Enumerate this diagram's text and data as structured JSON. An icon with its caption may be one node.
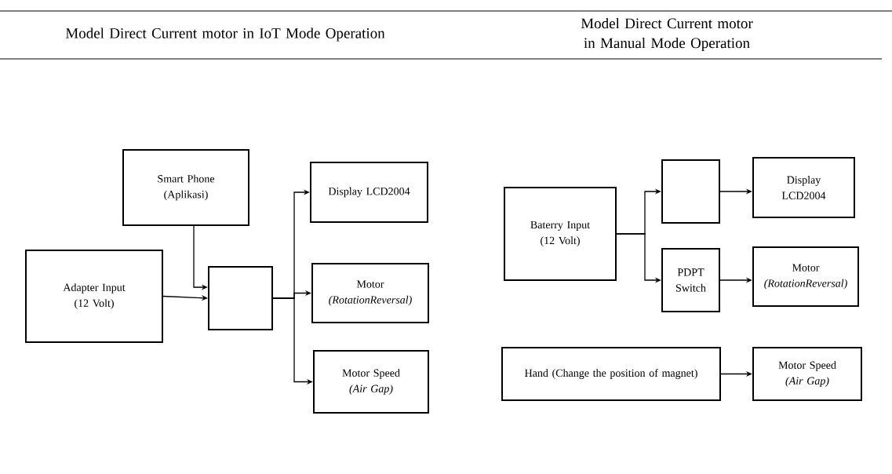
{
  "diagram": {
    "nodes": [
      {
        "text": [
          "Smart Phone",
          "(Aplikasi)"
        ]
      },
      {
        "text": [
          "Adapter Input",
          "(12 Volt)"
        ]
      },
      {
        "text": [],
        "shape": "box"
      },
      {
        "text": [
          "Display LCD2004"
        ]
      },
      {
        "text": [
          "Motor",
          "*(RotationReversal)*"
        ]
      },
      {
        "text": [
          "Motor Speed",
          "*(Air Gap)*"
        ]
      },
      {
        "text": [
          "Baterry Input",
          "(12 Volt)"
        ]
      },
      {
        "text": [],
        "shape": "box"
      },
      {
        "text": [
          "PDPT Switch"
        ]
      },
      {
        "text": [
          "Display LCD2004"
        ]
      },
      {
        "text": [
          "Motor",
          "*(RotationReversal)*"
        ]
      },
      {
        "text": [
          "Hand (Change the position of magnet)"
        ]
      },
      {
        "text": [
          "Motor Speed",
          "*(Air Gap)*"
        ]
      }
    ],
    "edges": [
      {
        "from": 0,
        "to": 2,
        "arrow": "to"
      },
      {
        "from": 1,
        "to": 2,
        "arrow": "to"
      },
      {
        "from": 2,
        "to": 3,
        "arrow": "to"
      },
      {
        "from": 2,
        "to": 4,
        "arrow": "to"
      },
      {
        "from": 2,
        "to": 5,
        "arrow": "to"
      },
      {
        "from": 6,
        "to": 7,
        "arrow": "to"
      },
      {
        "from": 6,
        "to": 8,
        "arrow": "to"
      },
      {
        "from": 7,
        "to": 9,
        "arrow": "to"
      },
      {
        "from": 8,
        "to": 10,
        "arrow": "to"
      },
      {
        "from": 11,
        "to": 12,
        "arrow": "to"
      }
    ],
    "labels": [
      "Model Direct Current motor in IoT Mode Operation",
      "Model Direct Current motor in Manual Mode Operation"
    ]
  }
}
